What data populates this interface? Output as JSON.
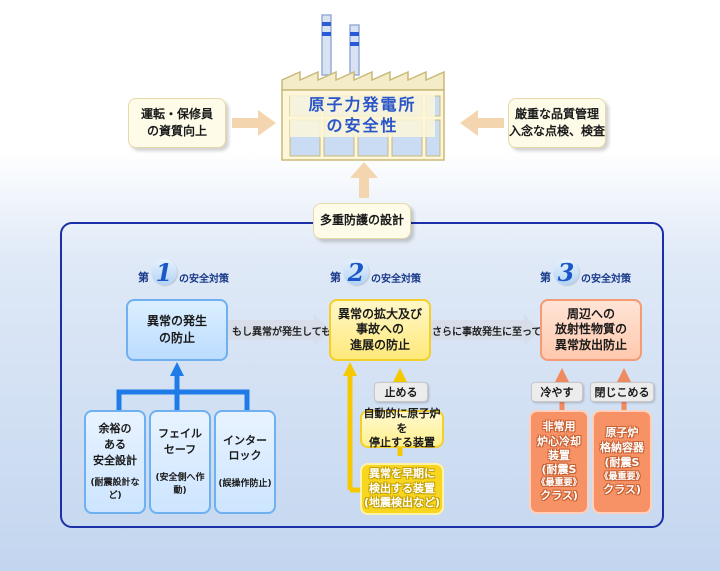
{
  "plant": {
    "title_line1": "原子力発電所",
    "title_line2": "の安全性"
  },
  "left_box": {
    "line1": "運転・保修員",
    "line2": "の資質向上"
  },
  "right_box": {
    "line1": "厳重な品質管理",
    "line2": "入念な点検、検査"
  },
  "defense_label": "多重防護の設計",
  "levels": [
    {
      "dai": "第",
      "num": "1",
      "suffix": "の安全対策"
    },
    {
      "dai": "第",
      "num": "2",
      "suffix": "の安全対策"
    },
    {
      "dai": "第",
      "num": "3",
      "suffix": "の安全対策"
    }
  ],
  "main_boxes": [
    {
      "line1": "異常の発生",
      "line2": "の防止"
    },
    {
      "line1": "異常の拡大及び",
      "line2": "事故への",
      "line3": "進展の防止"
    },
    {
      "line1": "周辺への",
      "line2": "放射性物質の",
      "line3": "異常放出防止"
    }
  ],
  "transitions": [
    "もし異常が発生しても",
    "さらに事故発生に至っても"
  ],
  "blue_sub": [
    {
      "l1": "余裕の",
      "l2": "ある",
      "l3": "安全設計",
      "l4": "(耐震設計など)"
    },
    {
      "l1": "フェイル",
      "l2": "セーフ",
      "l3": "(安全側へ作動)"
    },
    {
      "l1": "インター",
      "l2": "ロック",
      "l3": "(誤操作防止)"
    }
  ],
  "yellow_col": {
    "tag": "止める",
    "mid_l1": "自動的に原子炉を",
    "mid_l2": "停止する装置",
    "btm_l1": "異常を早期に",
    "btm_l2": "検出する装置",
    "btm_l3": "(地震検出など)"
  },
  "orange_cols": [
    {
      "tag": "冷やす",
      "l1": "非常用",
      "l2": "炉心冷却",
      "l3": "装置",
      "l4": "(耐震S",
      "l5": "《最重要》",
      "l6": "クラス)"
    },
    {
      "tag": "閉じこめる",
      "l1": "原子炉",
      "l2": "格納容器",
      "l3": "(耐震S",
      "l4": "《最重要》",
      "l5": "クラス)"
    }
  ],
  "colors": {
    "navy": "#1a2fa8",
    "arrow_beige": "#f3d5b0",
    "blue_arrow": "#1f7be8",
    "yellow_arrow": "#f5c800",
    "orange_arrow": "#f28a5f"
  }
}
